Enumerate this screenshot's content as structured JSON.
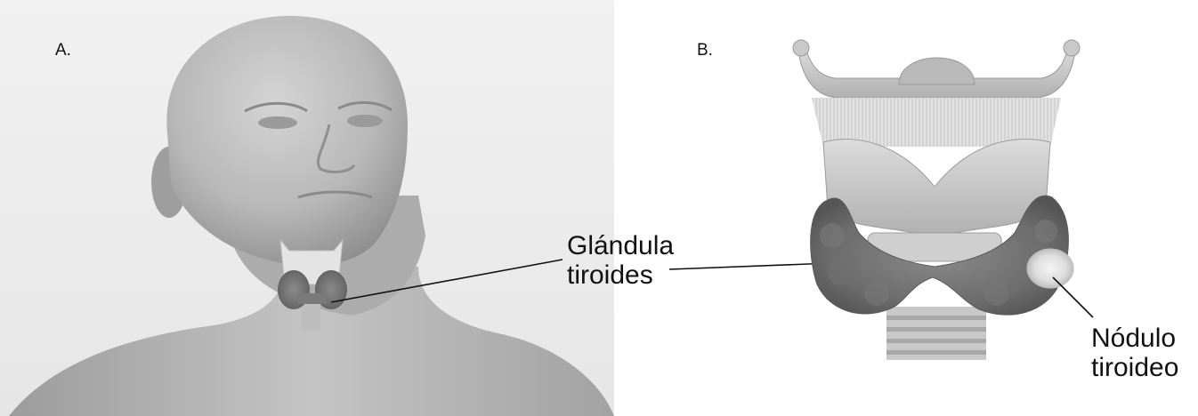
{
  "panels": {
    "a": {
      "label": "A."
    },
    "b": {
      "label": "B."
    }
  },
  "callouts": {
    "thyroid": {
      "line1": "Glándula",
      "line2": "tiroides"
    },
    "nodule": {
      "line1": "Nódulo",
      "line2": "tiroideo"
    }
  },
  "colors": {
    "background": "#ffffff",
    "panel_a_background": "#ececec",
    "figure_gray": "#bdbdbd",
    "text": "#111111"
  }
}
